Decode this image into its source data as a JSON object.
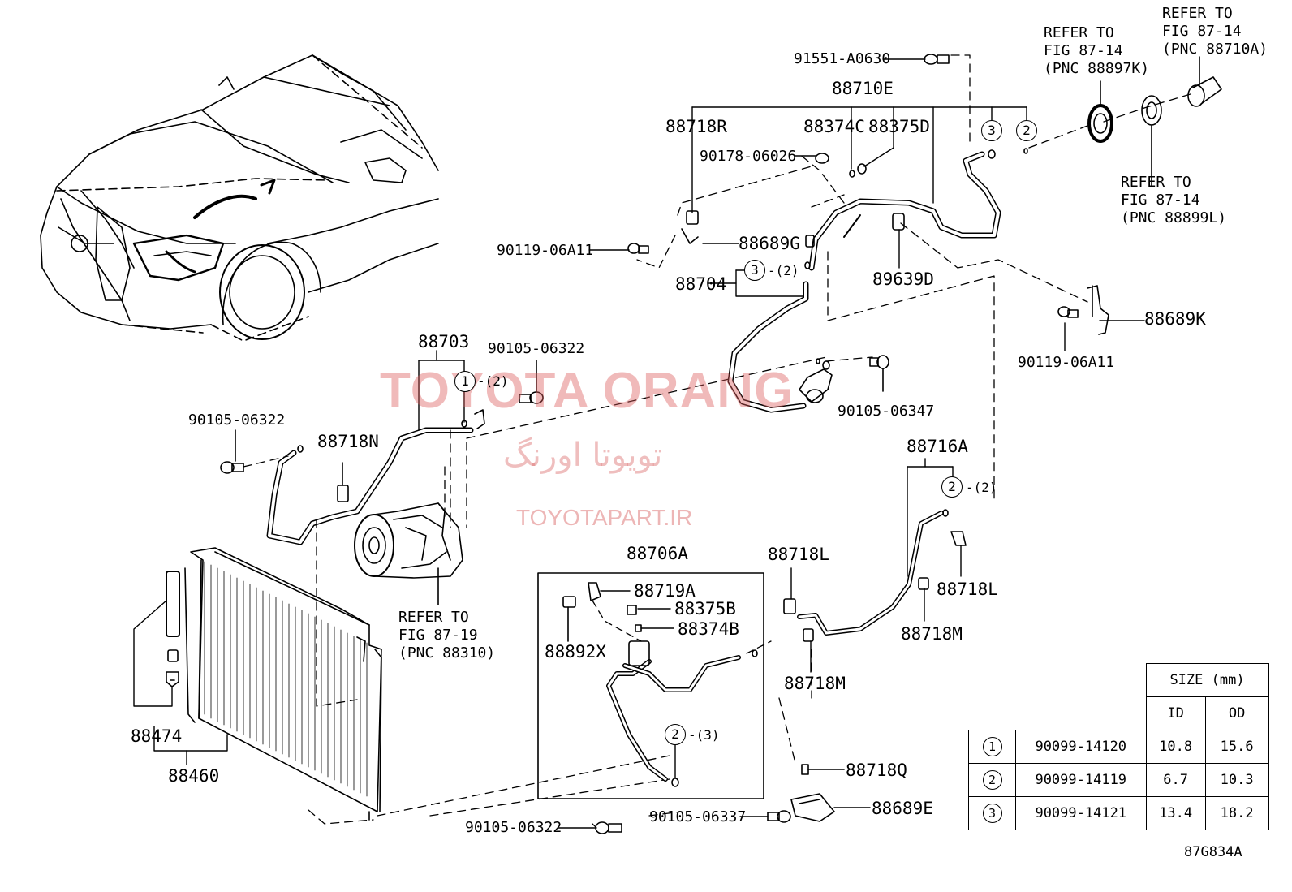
{
  "watermarks": {
    "brand": "TOYOTA ORANG",
    "persian": "تویوتا اورنگ",
    "site": "TOYOTAPART.IR"
  },
  "figure_code": "87G834A",
  "labels": {
    "p91551": "91551-A0630",
    "p88710E": "88710E",
    "p88718R": "88718R",
    "p88374C": "88374C",
    "p88375D": "88375D",
    "p90178": "90178-06026",
    "p88689G": "88689G",
    "p90119a": "90119-06A11",
    "p88704": "88704",
    "p89639D": "89639D",
    "p88689K": "88689K",
    "p90119b": "90119-06A11",
    "p88703": "88703",
    "p90105a": "90105-06322",
    "p90105b": "90105-06322",
    "p88718N": "88718N",
    "p90105c": "90105-06347",
    "p88716A": "88716A",
    "p88706A": "88706A",
    "p88719A": "88719A",
    "p88375B": "88375B",
    "p88374B": "88374B",
    "p88892X": "88892X",
    "p88718L1": "88718L",
    "p88718L2": "88718L",
    "p88718M1": "88718M",
    "p88718M2": "88718M",
    "p88474": "88474",
    "p88460": "88460",
    "p88718Q": "88718Q",
    "p88689E": "88689E",
    "p90105d": "90105-06322",
    "p90105e": "90105-06337"
  },
  "references": {
    "ref1": "REFER TO\nFIG 87-14\n(PNC 88710A)",
    "ref2": "REFER TO\nFIG 87-14\n(PNC 88897K)",
    "ref3": "REFER TO\nFIG 87-14\n(PNC 88899L)",
    "ref4": "REFER TO\nFIG 87-19\n(PNC 88310)"
  },
  "circles": {
    "c1": "3",
    "c2": "2",
    "c3": "3",
    "c4": "1",
    "c5": "2",
    "c6": "2"
  },
  "quantities": {
    "q3": "-(2)",
    "q4": "-(2)",
    "q5": "-(2)",
    "q6": "-(3)"
  },
  "size_table": {
    "header": "SIZE (mm)",
    "col_id": "ID",
    "col_od": "OD",
    "rows": [
      {
        "key": "1",
        "part": "90099-14120",
        "id": "10.8",
        "od": "15.6"
      },
      {
        "key": "2",
        "part": "90099-14119",
        "id": "6.7",
        "od": "10.3"
      },
      {
        "key": "3",
        "part": "90099-14121",
        "id": "13.4",
        "od": "18.2"
      }
    ]
  }
}
